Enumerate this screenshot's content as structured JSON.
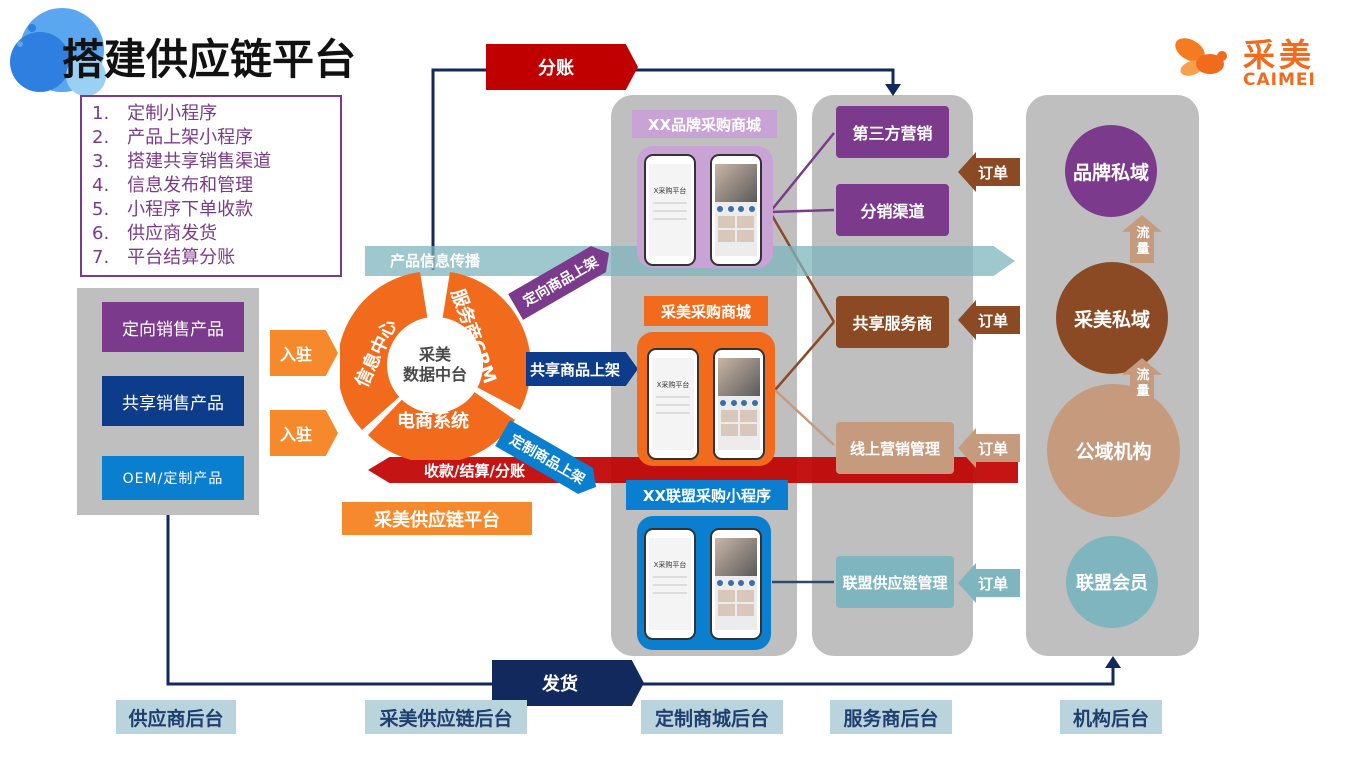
{
  "title": "搭建供应链平台",
  "logo": {
    "cn": "采美",
    "en": "CAIMEI"
  },
  "steps": [
    "1.　定制小程序",
    "2.　产品上架小程序",
    "3.　搭建共享销售渠道",
    "4.　信息发布和管理",
    "5.　小程序下单收款",
    "6.　供应商发货",
    "7.　平台结算分账"
  ],
  "products": [
    "定向销售产品",
    "共享销售产品",
    "OEM/定制产品"
  ],
  "entry": [
    "入驻",
    "入驻"
  ],
  "wheel": {
    "info": "信息中心",
    "crm": "服务商CRM",
    "ecom": "电商系统",
    "center": "采美\n数据中台"
  },
  "platform_label": "采美供应链平台",
  "arrows": {
    "split": "分账",
    "info_spread": "产品信息传播",
    "directed_up": "定向商品上架",
    "shared_up": "共享商品上架",
    "custom_up": "定制商品上架",
    "payment": "收款/结算/分账",
    "delivery": "发货",
    "flow": [
      "流",
      "量"
    ],
    "orders": [
      "订单",
      "订单",
      "订单",
      "订单"
    ]
  },
  "malls": [
    "XX品牌采购商城",
    "采美采购商城",
    "XX联盟采购小程序"
  ],
  "phone_title": "X采购平台",
  "services": [
    "第三方营销",
    "分销渠道",
    "共享服务商",
    "线上营销管理",
    "联盟供应链管理"
  ],
  "institutions": [
    "品牌私域",
    "采美私域",
    "公域机构",
    "联盟会员"
  ],
  "legends": [
    "供应商后台",
    "采美供应链后台",
    "定制商城后台",
    "服务商后台",
    "机构后台"
  ],
  "colors": {
    "purple": "#7b3a8c",
    "navy": "#0d3d8a",
    "blue": "#0a7fcf",
    "orange": "#f26b1d",
    "red": "#c00000",
    "brown": "#8b4a24",
    "tan": "#c59a7d",
    "teal": "#7fb5be",
    "darknavy": "#12295e"
  }
}
